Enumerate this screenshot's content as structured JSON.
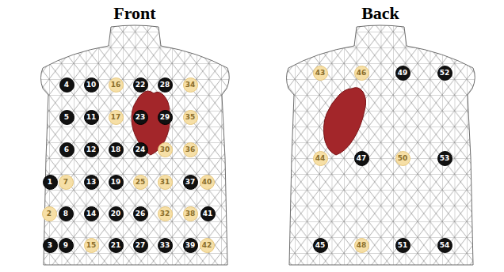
{
  "diagram": {
    "nodes": [
      {
        "text": [
          "1"
        ]
      },
      {
        "text": [
          "2"
        ]
      },
      {
        "text": [
          "3"
        ]
      },
      {
        "text": [
          "4"
        ]
      },
      {
        "text": [
          "5"
        ]
      },
      {
        "text": [
          "6"
        ]
      },
      {
        "text": [
          "7"
        ]
      },
      {
        "text": [
          "8"
        ]
      },
      {
        "text": [
          "9"
        ]
      },
      {
        "text": [
          "10"
        ]
      },
      {
        "text": [
          "11"
        ]
      },
      {
        "text": [
          "12"
        ]
      },
      {
        "text": [
          "13"
        ]
      },
      {
        "text": [
          "14"
        ]
      },
      {
        "text": [
          "15"
        ]
      },
      {
        "text": [
          "16"
        ]
      },
      {
        "text": [
          "17"
        ]
      },
      {
        "text": [
          "18"
        ]
      },
      {
        "text": [
          "19"
        ]
      },
      {
        "text": [
          "20"
        ]
      },
      {
        "text": [
          "21"
        ]
      },
      {
        "text": [
          "22"
        ]
      },
      {
        "text": [
          "23"
        ]
      },
      {
        "text": [
          "24"
        ]
      },
      {
        "text": [
          "25"
        ]
      },
      {
        "text": [
          "26"
        ]
      },
      {
        "text": [
          "27"
        ]
      },
      {
        "text": [
          "28"
        ]
      },
      {
        "text": [
          "29"
        ]
      },
      {
        "text": [
          "30"
        ]
      },
      {
        "text": [
          "31"
        ]
      },
      {
        "text": [
          "32"
        ]
      },
      {
        "text": [
          "33"
        ]
      },
      {
        "text": [
          "34"
        ]
      },
      {
        "text": [
          "35"
        ]
      },
      {
        "text": [
          "36"
        ]
      },
      {
        "text": [
          "37"
        ]
      },
      {
        "text": [
          "38"
        ]
      },
      {
        "text": [
          "39"
        ]
      },
      {
        "text": [
          "40"
        ]
      },
      {
        "text": [
          "41"
        ]
      },
      {
        "text": [
          "42"
        ]
      },
      {
        "text": [
          "43"
        ]
      },
      {
        "text": [
          "44"
        ]
      },
      {
        "text": [
          "45"
        ]
      },
      {
        "text": [
          "46"
        ]
      },
      {
        "text": [
          "47"
        ]
      },
      {
        "text": [
          "48"
        ]
      },
      {
        "text": [
          "49"
        ]
      },
      {
        "text": [
          "50"
        ]
      },
      {
        "text": [
          "51"
        ]
      },
      {
        "text": [
          "52"
        ]
      },
      {
        "text": [
          "53"
        ]
      },
      {
        "text": [
          "54"
        ]
      }
    ],
    "labels": [
      "Front",
      "Back"
    ]
  }
}
